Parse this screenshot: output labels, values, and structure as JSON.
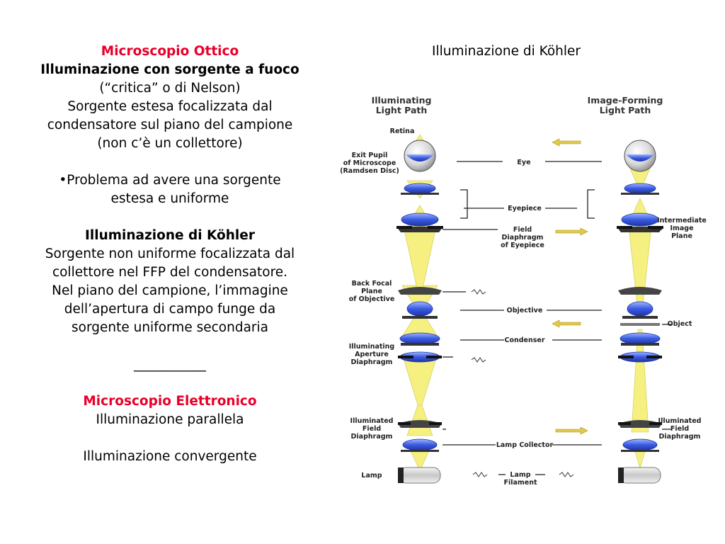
{
  "left": {
    "mo_title": "Microscopio Ottico",
    "critical_heading": "Illuminazione con sorgente a fuoco",
    "critical_l1": "(“critica” o di Nelson)",
    "critical_l2": "Sorgente estesa focalizzata dal",
    "critical_l3": "condensatore sul piano del campione",
    "critical_l4": "(non c’è un collettore)",
    "problem_l1": "•Problema ad avere una sorgente",
    "problem_l2": "estesa e uniforme",
    "kohler_heading": "Illuminazione di Köhler",
    "kohler_l1": "Sorgente non uniforme focalizzata dal",
    "kohler_l2": "collettore nel FFP del condensatore.",
    "kohler_l3": "Nel piano del campione, l’immagine",
    "kohler_l4": "dell’apertura di campo funge da",
    "kohler_l5": "sorgente uniforme secondaria",
    "separator": "___________",
    "me_title": "Microscopio Elettronico",
    "me_l1": "Illuminazione parallela",
    "me_l2": "Illuminazione convergente"
  },
  "right_title": "Illuminazione di Köhler",
  "diagram": {
    "header_left_1": "Illuminating",
    "header_left_2": "Light Path",
    "header_right_1": "Image-Forming",
    "header_right_2": "Light Path",
    "retina": "Retina",
    "exit_pupil_1": "Exit Pupil",
    "exit_pupil_2": "of Microscope",
    "exit_pupil_3": "(Ramdsen Disc)",
    "eye": "Eye",
    "eyepiece": "Eyepiece",
    "intermediate_1": "Intermediate",
    "intermediate_2": "Image",
    "intermediate_3": "Plane",
    "field_diaphragm_eyepiece_1": "Field",
    "field_diaphragm_eyepiece_2": "Diaphragm",
    "field_diaphragm_eyepiece_3": "of Eyepiece",
    "back_focal_1": "Back Focal",
    "back_focal_2": "Plane",
    "back_focal_3": "of Objective",
    "objective": "Objective",
    "object": "Object",
    "condenser": "Condenser",
    "illum_aperture_1": "Illuminating",
    "illum_aperture_2": "Aperture",
    "illum_aperture_3": "Diaphragm",
    "illum_field_left_1": "Illuminated",
    "illum_field_left_2": "Field",
    "illum_field_left_3": "Diaphragm",
    "illum_field_right_1": "Illuminated",
    "illum_field_right_2": "Field",
    "illum_field_right_3": "Diaphragm",
    "lamp_collector": "Lamp Collector",
    "lamp": "Lamp",
    "lamp_filament_1": "Lamp",
    "lamp_filament_2": "Filament"
  },
  "colors": {
    "accent_red": "#e8002a",
    "light_yellow": "#f5f07a",
    "lens_blue": "#3a5be0"
  }
}
